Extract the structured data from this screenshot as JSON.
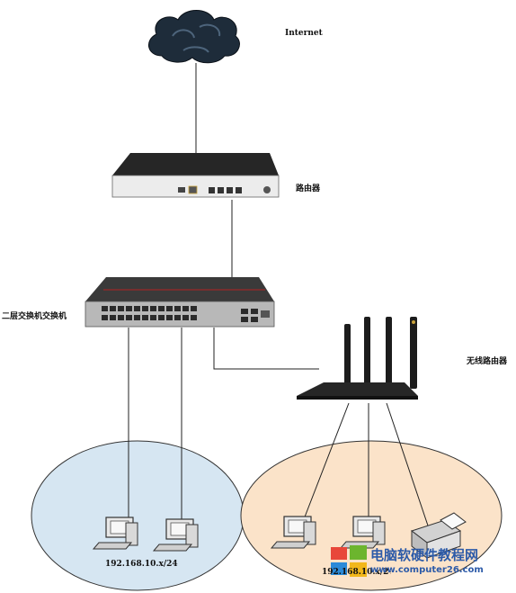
{
  "labels": {
    "internet": "Internet",
    "router": "路由器",
    "l2_switch": "二层交换机交换机",
    "wireless_router": "无线路由器"
  },
  "subnets": {
    "left": "192.168.10.x/24",
    "right": "192.168.10.x/24"
  },
  "watermark": {
    "title": "电脑软硬件教程网",
    "url": "www.computer26.com"
  },
  "colors": {
    "cloud": "#1e2c3a",
    "left_zone": "#d6e6f2",
    "right_zone": "#fbe3c9",
    "device_dark": "#262626",
    "watermark_blue": "#2c5aa8"
  }
}
